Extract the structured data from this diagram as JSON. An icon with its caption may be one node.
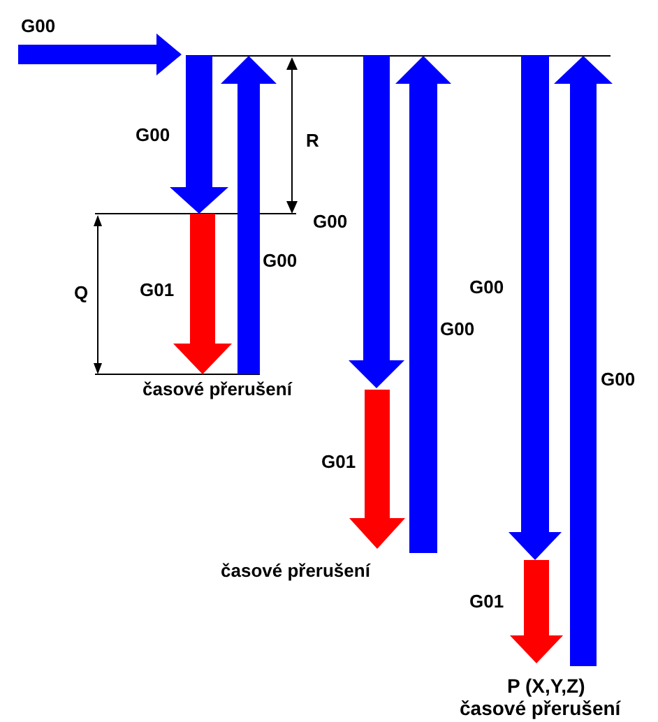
{
  "diagram": {
    "labels": [
      "G00",
      "G00",
      "R",
      "G00",
      "G00",
      "Q",
      "G01",
      "G00",
      "G00",
      "G00",
      "časové přerušení",
      "G01",
      "časové přerušení",
      "G01",
      "P (X,Y,Z)",
      "časové přerušení"
    ]
  }
}
